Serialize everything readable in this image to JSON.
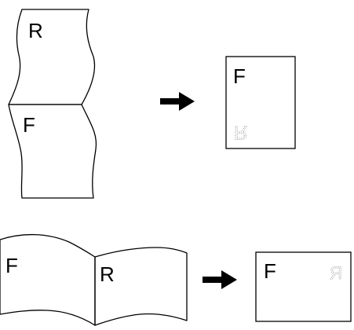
{
  "vertical_example": {
    "top_page_letter": "R",
    "bottom_page_letter": "F",
    "result_front_letter": "F",
    "result_bleed_letter": "R"
  },
  "horizontal_example": {
    "left_page_letter": "F",
    "right_page_letter": "R",
    "result_front_letter": "F",
    "result_bleed_letter": "R"
  },
  "colors": {
    "ink": "#000000",
    "bleed_through": "#9a9a9a",
    "paper": "#ffffff"
  },
  "icons": {
    "arrow": "right-arrow-icon"
  }
}
